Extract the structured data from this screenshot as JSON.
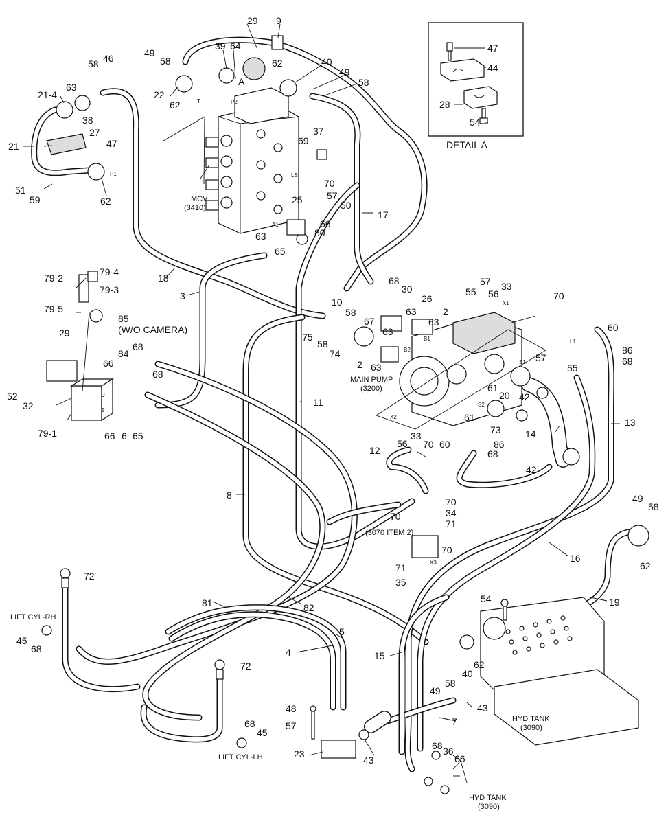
{
  "detail": {
    "title": "DETAIL A",
    "callouts": [
      "47",
      "44",
      "28",
      "54"
    ]
  },
  "captions": {
    "mcv": "MCV",
    "mcv_ref": "(3410)",
    "main_pump": "MAIN PUMP",
    "main_pump_ref": "(3200)",
    "camera_note": "(W/O CAMERA)",
    "item_note": "(3070 ITEM 2)",
    "lift_rh": "LIFT CYL-RH",
    "lift_lh": "LIFT CYL-LH",
    "hyd_tank_1": "HYD TANK",
    "hyd_tank_1_ref": "(3090)",
    "hyd_tank_2": "HYD TANK",
    "hyd_tank_2_ref": "(3090)",
    "port_a": "A",
    "port_p2": "P2",
    "port_t": "T",
    "port_ls": "LS",
    "port_a1": "A1",
    "port_p1": "P1",
    "port_x1": "X1",
    "port_x2": "X2",
    "port_x3": "X3",
    "port_l1": "L1",
    "port_s1": "S1",
    "port_s2": "S2",
    "port_b1": "B1",
    "port_b2": "B2",
    "port_u": "U",
    "port_s": "S"
  },
  "callouts": {
    "c29": "29",
    "c9": "9",
    "c49": "49",
    "c58": "58",
    "c39": "39",
    "c64": "64",
    "c22": "22",
    "c62": "62",
    "c40": "40",
    "c49b": "49",
    "c58b": "58",
    "c62b": "62",
    "c46": "46",
    "c58c": "58",
    "c21_4": "21-4",
    "c63": "63",
    "c38": "38",
    "c27": "27",
    "c47": "47",
    "c21": "21",
    "c51": "51",
    "c59": "59",
    "c62c": "62",
    "c37": "37",
    "c69": "69",
    "c70": "70",
    "c57": "57",
    "c50": "50",
    "c25": "25",
    "c66": "66",
    "c80": "80",
    "c63b": "63",
    "c65": "65",
    "c17": "17",
    "c18": "18",
    "c3": "3",
    "c79_2": "79-2",
    "c79_4": "79-4",
    "c79_3": "79-3",
    "c79_5": "79-5",
    "c85": "85",
    "c29b": "29",
    "c52": "52",
    "c32": "32",
    "c79_1": "79-1",
    "c66b": "66",
    "c84": "84",
    "c68": "68",
    "c68b": "68",
    "c66c": "66",
    "c6": "6",
    "c65b": "65",
    "c10": "10",
    "c68c": "68",
    "c30": "30",
    "c58d": "58",
    "c26": "26",
    "c2": "2",
    "c63c": "63",
    "c63d": "63",
    "c67": "67",
    "c75": "75",
    "c58e": "58",
    "c74": "74",
    "c63e": "63",
    "c2b": "2",
    "c63f": "63",
    "c55": "55",
    "c57b": "57",
    "c33": "33",
    "c56": "56",
    "c70b": "70",
    "c60": "60",
    "c86": "86",
    "c68d": "68",
    "c57c": "57",
    "c55b": "55",
    "c61": "61",
    "c20": "20",
    "c42": "42",
    "c73": "73",
    "c61b": "61",
    "c13": "13",
    "c14": "14",
    "c56b": "56",
    "c33b": "33",
    "c70c": "70",
    "c60b": "60",
    "c86b": "86",
    "c68e": "68",
    "c12": "12",
    "c42b": "42",
    "c11": "11",
    "c70d": "70",
    "c70e": "70",
    "c34": "34",
    "c71": "71",
    "c8": "8",
    "c70f": "70",
    "c71b": "71",
    "c35": "35",
    "c16": "16",
    "c49c": "49",
    "c58f": "58",
    "c62d": "62",
    "c72": "72",
    "c81": "81",
    "c82": "82",
    "c19": "19",
    "c45": "45",
    "c68f": "68",
    "c54": "54",
    "c5": "5",
    "c4": "4",
    "c15": "15",
    "c40b": "40",
    "c62e": "62",
    "c49d": "49",
    "c58g": "58",
    "c72b": "72",
    "c43": "43",
    "c48": "48",
    "c57d": "57",
    "c68g": "68",
    "c45b": "45",
    "c7": "7",
    "c23": "23",
    "c43b": "43",
    "c68h": "68",
    "c36": "36",
    "c66d": "66"
  }
}
